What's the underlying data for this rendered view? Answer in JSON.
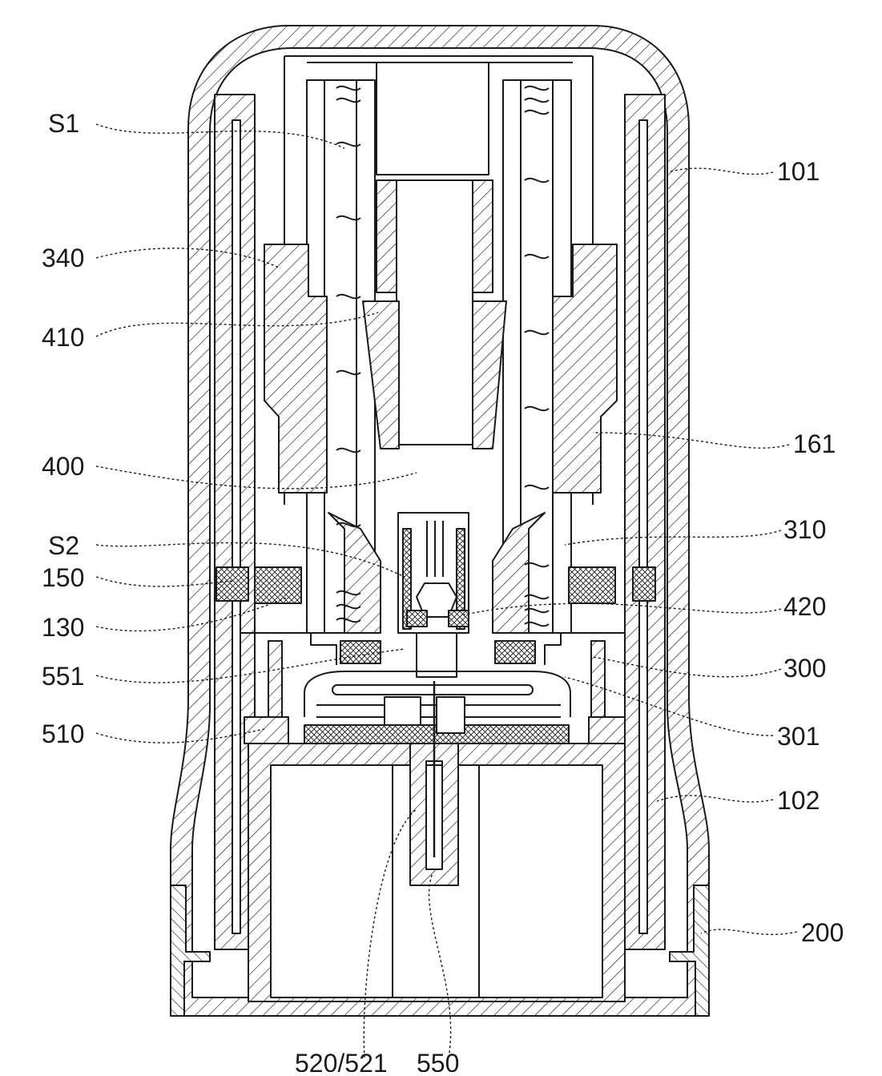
{
  "figure": {
    "labels": {
      "S1": "S1",
      "101": "101",
      "340": "340",
      "410": "410",
      "161": "161",
      "400": "400",
      "310": "310",
      "S2": "S2",
      "150": "150",
      "420": "420",
      "130": "130",
      "300": "300",
      "551": "551",
      "510": "510",
      "301": "301",
      "102": "102",
      "200": "200",
      "520_521": "520/521",
      "550": "550"
    },
    "colors": {
      "line": "#1a1a1a",
      "background": "#ffffff"
    }
  }
}
